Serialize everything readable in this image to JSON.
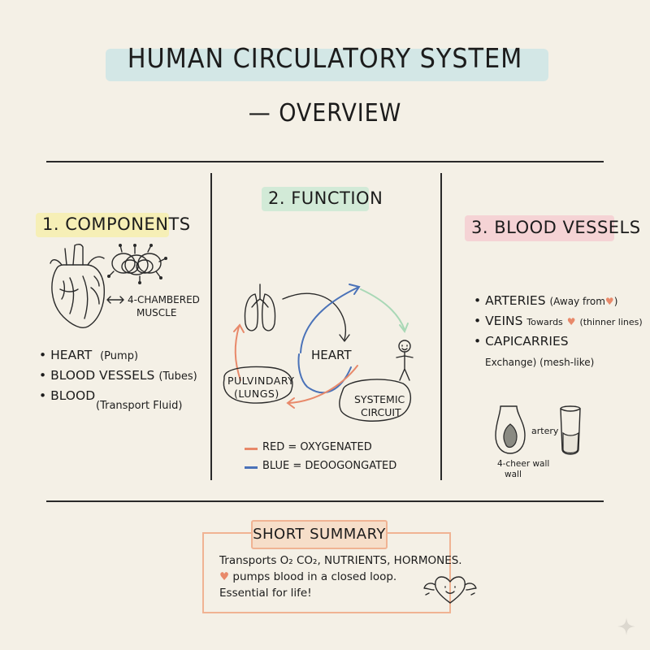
{
  "header": {
    "title": "HUMAN CIRCULATORY SYSTEM",
    "subtitle": "— OVERVIEW"
  },
  "components": {
    "heading": "1. COMPONENTS",
    "muscle_label_line1": "4-CHAMBERED",
    "muscle_label_line2": "MUSCLE",
    "items": [
      {
        "name": "HEART",
        "note": "(Pump)"
      },
      {
        "name": "BLOOD VESSELS",
        "note": "(Tubes)"
      },
      {
        "name": "BLOOD",
        "note": "(Transport Fluid)"
      }
    ]
  },
  "function": {
    "heading": "2. FUNCTION",
    "heart_label": "HEART",
    "pulmonary_line1": "PULVINDARY",
    "pulmonary_line2": "(LUNGS)",
    "systemic_line1": "SYSTEMIC",
    "systemic_line2": "CIRCUIT",
    "legend": [
      {
        "label": "RED = OXYGENATED",
        "color": "#e8896a"
      },
      {
        "label": "BLUE = DEOOGONGATED",
        "color": "#4a72b8"
      }
    ]
  },
  "vessels": {
    "heading": "3. BLOOD VESSELS",
    "items": [
      {
        "name": "ARTERIES",
        "note": "(Away from",
        "note_end": ")"
      },
      {
        "name": "VEINS",
        "note": "Towards",
        "note_end": "(thinner lines)"
      },
      {
        "name": "CAPICARRIES",
        "note": ""
      }
    ],
    "capillary_note": "Exchange) (mesh-like)",
    "artery_label": "artery",
    "wall_label_line1": "4-cheer wall",
    "wall_label_line2": "wall"
  },
  "summary": {
    "heading": "SHORT SUMMARY",
    "line1": "Transports O₂ CO₂, NUTRIENTS, HORMONES.",
    "line2": "pumps blood in a closed loop.",
    "line3": "Essential for life!"
  },
  "colors": {
    "background": "#f4f0e6",
    "title_highlight": "#cfe6e6",
    "components_highlight": "#f6efb6",
    "function_highlight": "#d2ead7",
    "vessels_highlight": "#f5d3d5",
    "summary_border": "#f0b393",
    "heart_accent": "#e8896a",
    "red": "#e8896a",
    "blue": "#4a72b8",
    "green": "#a9d8b6"
  }
}
